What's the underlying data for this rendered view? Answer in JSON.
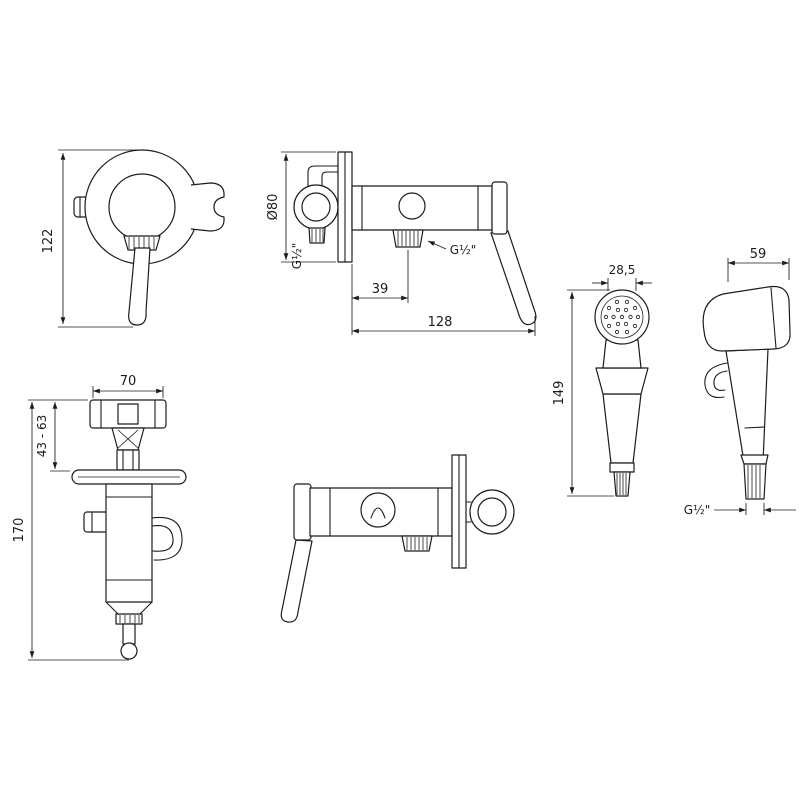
{
  "drawing": {
    "subject": "bidet hand shower mixer technical drawing",
    "background": "#ffffff",
    "line_color": "#1c1c1c"
  },
  "dims": {
    "front_height": "122",
    "plate_diameter": "Ø80",
    "inlet_thread": "G½\"",
    "outlet_thread": "G½\"",
    "outlet_offset": "39",
    "total_depth": "128",
    "spray_width": "28,5",
    "spray_depth": "59",
    "spray_height": "149",
    "spray_thread": "G½\"",
    "bracket_width": "70",
    "wall_clearance": "43 - 63",
    "total_height": "170"
  }
}
